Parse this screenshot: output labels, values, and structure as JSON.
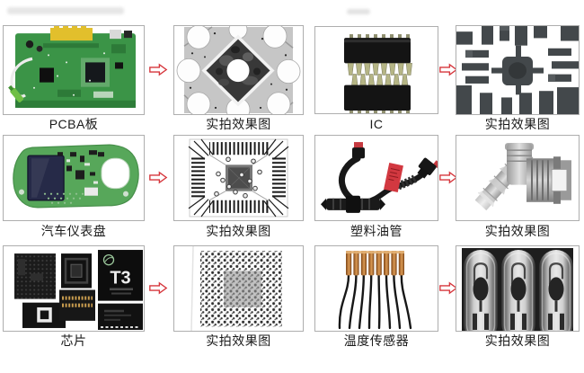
{
  "page": {
    "background": "#ffffff",
    "cell_border_color": "#aeaeae",
    "label_color": "#1a1a1a"
  },
  "arrow": {
    "color": "#d6363c",
    "direction": "right"
  },
  "palette": {
    "pcb_green": "#3b9447",
    "dashboard_green": "#57a75a",
    "connector_yellow": "#e2bf2c",
    "tag_red": "#d23840",
    "copper": "#cd8c48",
    "xray_gray": "#c6c6c6"
  },
  "grid": {
    "rows": [
      {
        "cells": [
          {
            "label": "PCBA板",
            "kind": "photo",
            "image": "pcba-board-photo"
          },
          {
            "label": "实拍效果图",
            "kind": "xray",
            "image": "pcba-xray-image"
          },
          {
            "label": "IC",
            "kind": "photo",
            "image": "ic-photo"
          },
          {
            "label": "实拍效果图",
            "kind": "xray",
            "image": "ic-xray-image"
          }
        ]
      },
      {
        "cells": [
          {
            "label": "汽车仪表盘",
            "kind": "photo",
            "image": "dashboard-pcb-photo"
          },
          {
            "label": "实拍效果图",
            "kind": "xray",
            "image": "qfp-xray-image"
          },
          {
            "label": "塑料油管",
            "kind": "photo",
            "image": "oil-pipe-photo"
          },
          {
            "label": "实拍效果图",
            "kind": "xray",
            "image": "pipe-elbow-xray-image"
          }
        ]
      },
      {
        "cells": [
          {
            "label": "芯片",
            "kind": "photo",
            "image": "chips-photo",
            "chip_text": "T3"
          },
          {
            "label": "实拍效果图",
            "kind": "xray",
            "image": "bga-xray-image"
          },
          {
            "label": "温度传感器",
            "kind": "photo",
            "image": "temperature-sensor-photo"
          },
          {
            "label": "实拍效果图",
            "kind": "xray",
            "image": "sensor-xray-image"
          }
        ]
      }
    ]
  }
}
